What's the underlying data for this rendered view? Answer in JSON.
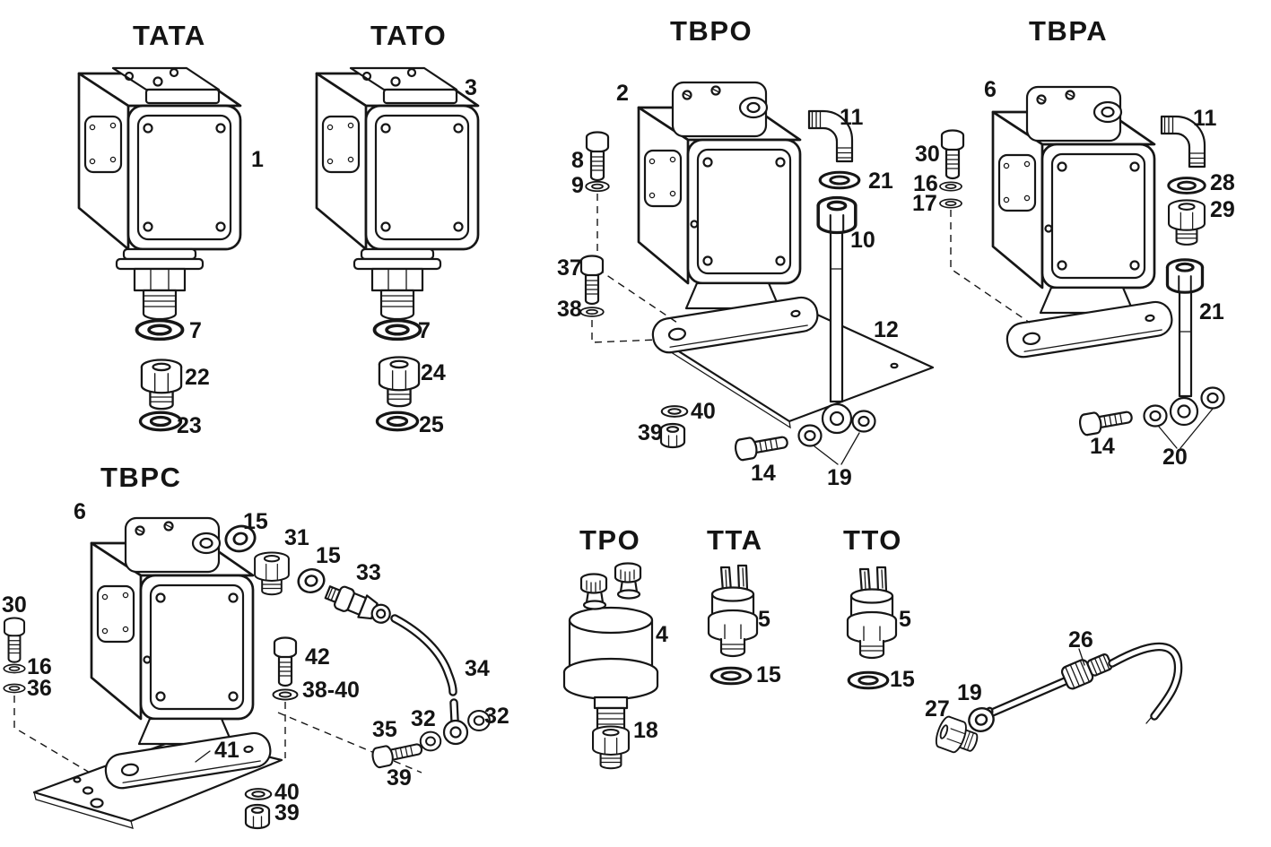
{
  "palette": {
    "background": "#ffffff",
    "ink": "#161616"
  },
  "titles": {
    "tata": "TATA",
    "tato": "TATO",
    "tbpo": "TBPO",
    "tbpa": "TBPA",
    "tbpc": "TBPC",
    "tpo": "TPO",
    "tta": "TTA",
    "tto": "TTO"
  },
  "callouts": {
    "tata_device": "1",
    "tata_washer": "7",
    "tata_plug": "22",
    "tata_seal": "23",
    "tato_device": "3",
    "tato_washer": "7",
    "tato_plug": "24",
    "tato_seal": "25",
    "tbpo_device": "2",
    "tbpo_bolt": "8",
    "tbpo_bolt_washer": "9",
    "tbpo_elbow": "11",
    "tbpo_elbow_washer": "21",
    "tbpo_rod": "10",
    "tbpo_flange_bolt": "37",
    "tbpo_flange_washer": "38",
    "tbpo_plate": "12",
    "tbpo_plate_washer": "40",
    "tbpo_plate_nut": "39",
    "tbpo_anchor_bolt": "14",
    "tbpo_rod_washers": "19",
    "tbpa_device": "6",
    "tbpa_bolt": "30",
    "tbpa_washer_a": "16",
    "tbpa_washer_b": "17",
    "tbpa_elbow": "11",
    "tbpa_elbow_washer": "28",
    "tbpa_union": "29",
    "tbpa_rod": "21",
    "tbpa_anchor_bolt": "14",
    "tbpa_rod_washers": "20",
    "tbpc_device": "6",
    "tbpc_washer_a": "15",
    "tbpc_plug": "31",
    "tbpc_washer_b": "15",
    "tbpc_union": "33",
    "tbpc_bolt": "30",
    "tbpc_washer_c": "16",
    "tbpc_washer_d": "36",
    "tbpc_stud_bolt": "42",
    "tbpc_stud_washers": "38-40",
    "tbpc_tube": "34",
    "tbpc_eye_washer_l": "32",
    "tbpc_eye_washer_r": "32",
    "tbpc_eye_bolt": "35",
    "tbpc_eye_nut": "39",
    "tbpc_plate": "41",
    "tbpc_plate_washer": "40",
    "tbpc_plate_nut": "39",
    "tpo_device": "4",
    "tpo_nut": "18",
    "tta_device": "5",
    "tta_washer": "15",
    "tto_device": "5",
    "tto_washer": "15",
    "hose_fitting": "26",
    "hose_washer": "19",
    "hose_plug": "27"
  }
}
